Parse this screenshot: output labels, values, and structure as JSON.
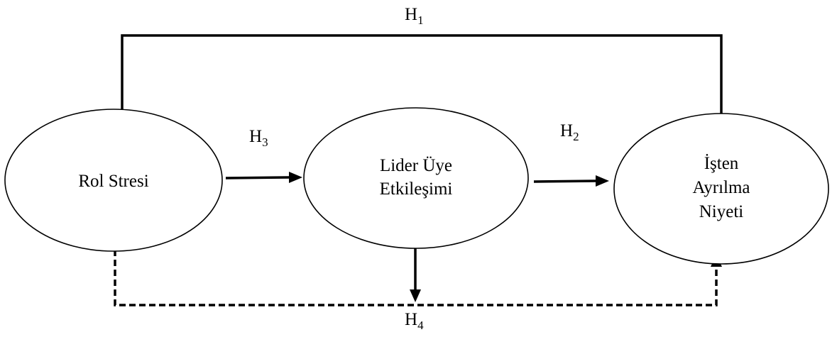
{
  "nodes": {
    "rol_stresi": {
      "lines": [
        "Rol Stresi"
      ]
    },
    "lider_uye": {
      "lines": [
        "Lider Üye",
        "Etkileşimi"
      ]
    },
    "isten_ayrilma": {
      "lines": [
        "İşten",
        "Ayrılma",
        "Niyeti"
      ]
    }
  },
  "hypotheses": {
    "h1": {
      "main": "H",
      "sub": "1"
    },
    "h2": {
      "main": "H",
      "sub": "2"
    },
    "h3": {
      "main": "H",
      "sub": "3"
    },
    "h4": {
      "main": "H",
      "sub": "4"
    }
  },
  "colors": {
    "line": "#000000",
    "background": "#ffffff"
  }
}
